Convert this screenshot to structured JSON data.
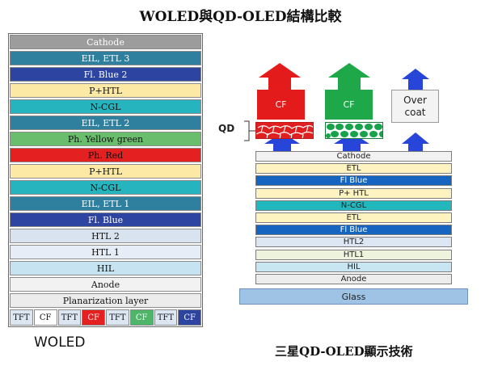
{
  "title": "WOLED與QD-OLED結構比較",
  "woled": {
    "caption": "WOLED",
    "layers": [
      {
        "label": "Cathode",
        "color": "#9c9c9c",
        "text_color": "#ffffff"
      },
      {
        "label": "EIL, ETL 3",
        "color": "#2f7f9e",
        "text_color": "#ffffff"
      },
      {
        "label": "Fl. Blue 2",
        "color": "#2d44a0",
        "text_color": "#ffffff"
      },
      {
        "label": "P+HTL",
        "color": "#fde9a6",
        "text_color": "#111111"
      },
      {
        "label": "N-CGL",
        "color": "#26b5be",
        "text_color": "#111111"
      },
      {
        "label": "EIL, ETL 2",
        "color": "#2f7f9e",
        "text_color": "#ffffff"
      },
      {
        "label": "Ph. Yellow green",
        "color": "#69bd6c",
        "text_color": "#111111"
      },
      {
        "label": "Ph. Red",
        "color": "#e42020",
        "text_color": "#111111"
      },
      {
        "label": "P+HTL",
        "color": "#fde9a6",
        "text_color": "#111111"
      },
      {
        "label": "N-CGL",
        "color": "#26b5be",
        "text_color": "#111111"
      },
      {
        "label": "EIL, ETL 1",
        "color": "#2f7f9e",
        "text_color": "#ffffff"
      },
      {
        "label": "Fl. Blue",
        "color": "#2d44a0",
        "text_color": "#ffffff"
      },
      {
        "label": "HTL 2",
        "color": "#d9e3ef",
        "text_color": "#111111"
      },
      {
        "label": "HTL 1",
        "color": "#e7edf6",
        "text_color": "#111111"
      },
      {
        "label": "HIL",
        "color": "#c5e3f1",
        "text_color": "#111111"
      },
      {
        "label": "Anode",
        "color": "#f2f2f2",
        "text_color": "#111111"
      },
      {
        "label": "Planarization layer",
        "color": "#ececec",
        "text_color": "#111111"
      }
    ],
    "tft_row": [
      {
        "label": "TFT",
        "color": "#dce6f2",
        "text_color": "#111111"
      },
      {
        "label": "CF",
        "color": "#ffffff",
        "text_color": "#111111"
      },
      {
        "label": "TFT",
        "color": "#dce6f2",
        "text_color": "#111111"
      },
      {
        "label": "CF",
        "color": "#e42020",
        "text_color": "#ffffff"
      },
      {
        "label": "TFT",
        "color": "#dce6f2",
        "text_color": "#111111"
      },
      {
        "label": "CF",
        "color": "#4fb56a",
        "text_color": "#ffffff"
      },
      {
        "label": "TFT",
        "color": "#dce6f2",
        "text_color": "#111111"
      },
      {
        "label": "CF",
        "color": "#2d44a0",
        "text_color": "#ffffff"
      }
    ]
  },
  "qdoled": {
    "caption": "三星QD-OLED顯示技術",
    "qd_label": "QD",
    "cf_red": "CF",
    "cf_green": "CF",
    "overcoat": "Over coat",
    "glass": "Glass",
    "layers": [
      {
        "label": "Cathode",
        "color": "#f1f1f1",
        "text_color": "#222222"
      },
      {
        "label": "ETL",
        "color": "#fdf3c0",
        "text_color": "#222222"
      },
      {
        "label": "Fl Blue",
        "color": "#1565c0",
        "text_color": "#ffffff"
      },
      {
        "label": "P+ HTL",
        "color": "#fdf3c0",
        "text_color": "#222222"
      },
      {
        "label": "N-CGL",
        "color": "#22b7bd",
        "text_color": "#222222"
      },
      {
        "label": "ETL",
        "color": "#fdf3c0",
        "text_color": "#222222"
      },
      {
        "label": "Fl Blue",
        "color": "#1565c0",
        "text_color": "#ffffff"
      },
      {
        "label": "HTL2",
        "color": "#dde6f3",
        "text_color": "#222222"
      },
      {
        "label": "HTL1",
        "color": "#eef3dd",
        "text_color": "#222222"
      },
      {
        "label": "HIL",
        "color": "#c8e6f2",
        "text_color": "#222222"
      },
      {
        "label": "Anode",
        "color": "#ececec",
        "text_color": "#222222"
      }
    ],
    "colors": {
      "red": "#e31b1b",
      "green": "#1fa84a",
      "blue": "#2746d9"
    }
  }
}
